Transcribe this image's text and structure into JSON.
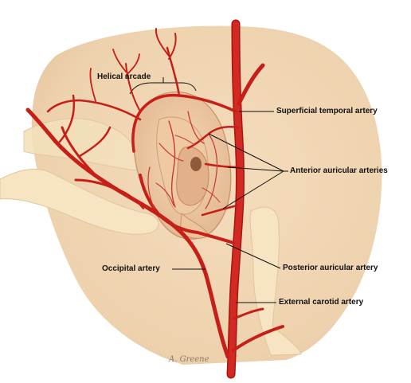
{
  "labels": {
    "helical_arcade": "Helical arcade",
    "superficial_temporal": "Superficial temporal artery",
    "anterior_auricular": "Anterior auricular arteries",
    "occipital": "Occipital artery",
    "posterior_auricular": "Posterior auricular artery",
    "external_carotid": "External carotid artery"
  },
  "signature": "A. Greene",
  "colors": {
    "background": "#ffffff",
    "skin": "#f2d8b6",
    "skin_shadow": "#e8c9a2",
    "neck_highlight": "#f6e6c4",
    "ear": "#f0cfaa",
    "ear_shadow": "#d9a980",
    "artery": "#d22a22",
    "artery_dark": "#a8150f",
    "leader": "#111111"
  }
}
